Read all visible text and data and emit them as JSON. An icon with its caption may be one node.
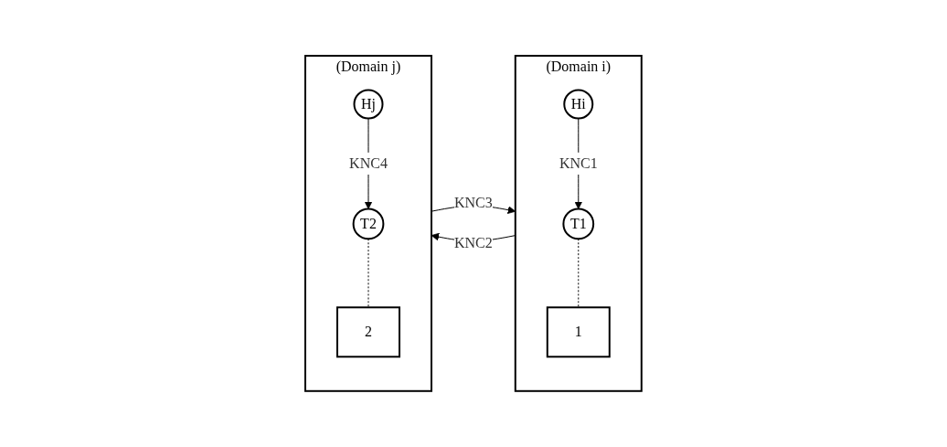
{
  "diagram": {
    "nodes": [
      {
        "text": [
          "(Domain i)"
        ]
      },
      {
        "text": [
          "T1"
        ],
        "in": 0
      },
      {
        "text": [
          "1"
        ],
        "in": 0
      },
      {
        "text": [
          "Hi"
        ],
        "in": 0
      },
      {
        "text": [
          "(Domain j)"
        ]
      },
      {
        "text": [
          "Hj"
        ],
        "in": 4
      },
      {
        "text": [
          "T2"
        ],
        "in": 4
      },
      {
        "text": [
          "2"
        ],
        "in": 4
      }
    ],
    "edges": [
      {
        "from": 3,
        "to": 1,
        "arrow": "to",
        "label": "KNC1"
      },
      {
        "from": 1,
        "to": 2,
        "arrow": "none",
        "style": "dashed"
      },
      {
        "from": 0,
        "to": 4,
        "arrow": "to",
        "label": "KNC2"
      },
      {
        "from": 4,
        "to": 0,
        "arrow": "to",
        "label": "KNC3"
      },
      {
        "from": 5,
        "to": 6,
        "arrow": "to",
        "label": "KNC4"
      },
      {
        "from": 6,
        "to": 7,
        "arrow": "none",
        "style": "dashed"
      }
    ]
  }
}
